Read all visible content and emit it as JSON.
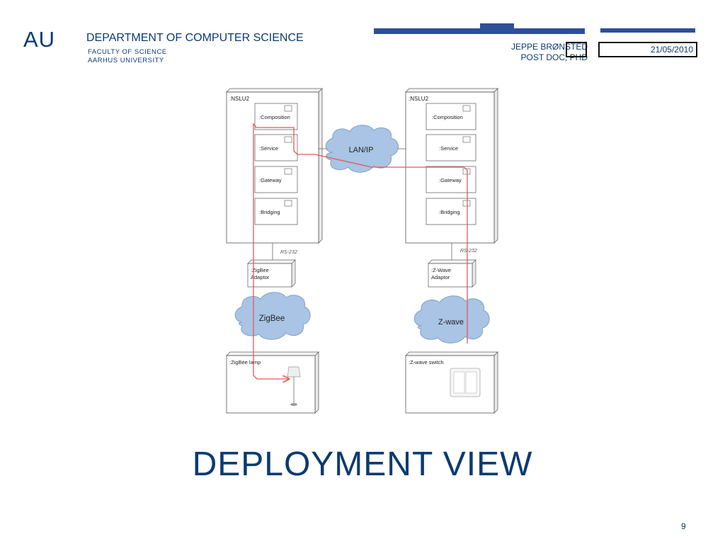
{
  "header": {
    "logo": "AU",
    "department": "DEPARTMENT OF COMPUTER SCIENCE",
    "faculty": "FACULTY OF SCIENCE",
    "university": "AARHUS UNIVERSITY",
    "author_name": "JEPPE BRØNSTED",
    "author_role": "POST DOC, PHD",
    "date": "21/05/2010",
    "accent_color": "#2e4f9a",
    "text_color": "#0c3a72"
  },
  "diagram": {
    "left_node": {
      "name": ":NSLU2",
      "components": [
        ":Composition",
        ":Service",
        ":Gateway",
        ":Bridging"
      ],
      "link_label": "RS-232",
      "adaptor": [
        ":ZigBee",
        "Adaptor"
      ],
      "network": "ZigBee",
      "device": ":ZigBee lamp"
    },
    "right_node": {
      "name": ":NSLU2",
      "components": [
        ":Composition",
        ":Service",
        ":Gateway",
        ":Bridging"
      ],
      "link_label": "RS-232",
      "adaptor": [
        ":Z-Wave",
        "Adaptor"
      ],
      "network": "Z-wave",
      "device": ":Z-wave switch"
    },
    "center_network": "LAN/IP",
    "path_color": "#e05a5a",
    "cloud_color": "#a9c4e4"
  },
  "title": "DEPLOYMENT VIEW",
  "page_number": "9"
}
